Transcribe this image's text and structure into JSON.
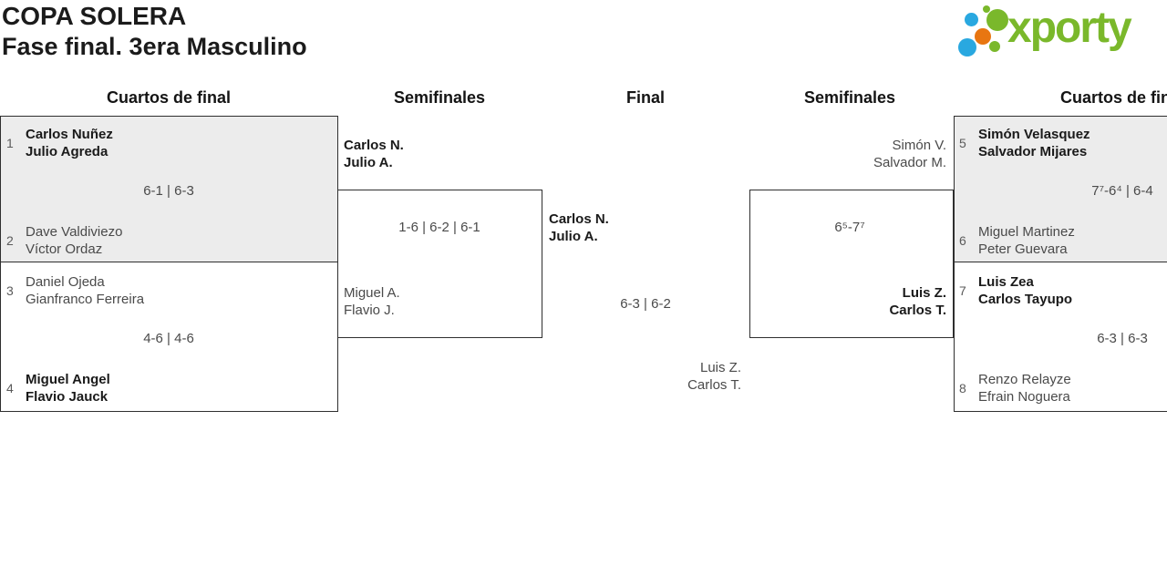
{
  "header": {
    "title": "COPA SOLERA",
    "subtitle": "Fase final. 3era Masculino"
  },
  "logo": {
    "text": "xporty",
    "green": "#7ab82b",
    "blue": "#29a8e0",
    "orange": "#e87611"
  },
  "rounds": {
    "left_quarters": "Cuartos de final",
    "left_semifinals": "Semifinales",
    "final": "Final",
    "right_semifinals": "Semifinales",
    "right_quarters": "Cuartos de final"
  },
  "bracket": {
    "q1": {
      "top_seed": "1",
      "top": [
        "Carlos Nuñez",
        "Julio Agreda"
      ],
      "score": "6-1 | 6-3",
      "bottom_seed": "2",
      "bottom": [
        "Dave Valdiviezo",
        "Víctor Ordaz"
      ]
    },
    "q2": {
      "top_seed": "3",
      "top": [
        "Daniel Ojeda",
        "Gianfranco Ferreira"
      ],
      "score": "4-6 | 4-6",
      "bottom_seed": "4",
      "bottom": [
        "Miguel Angel",
        "Flavio Jauck"
      ]
    },
    "sf_left": {
      "top": [
        "Carlos N.",
        "Julio A."
      ],
      "score": "1-6 | 6-2 | 6-1",
      "bottom": [
        "Miguel A.",
        "Flavio J."
      ]
    },
    "final": {
      "top": [
        "Carlos N.",
        "Julio A."
      ],
      "score": "6-3 | 6-2",
      "bottom": [
        "Luis Z.",
        "Carlos T."
      ]
    },
    "sf_right": {
      "top": [
        "Simón V.",
        "Salvador M."
      ],
      "score": "6⁵-7⁷",
      "bottom": [
        "Luis Z.",
        "Carlos T."
      ]
    },
    "q3": {
      "top_seed": "5",
      "top": [
        "Simón Velasquez",
        "Salvador Mijares"
      ],
      "score": "7⁷-6⁴ | 6-4",
      "bottom_seed": "6",
      "bottom": [
        "Miguel Martinez",
        "Peter Guevara"
      ]
    },
    "q4": {
      "top_seed": "7",
      "top": [
        "Luis Zea",
        "Carlos Tayupo"
      ],
      "score": "6-3 | 6-3",
      "bottom_seed": "8",
      "bottom": [
        "Renzo Relayze",
        "Efrain Noguera"
      ]
    }
  }
}
